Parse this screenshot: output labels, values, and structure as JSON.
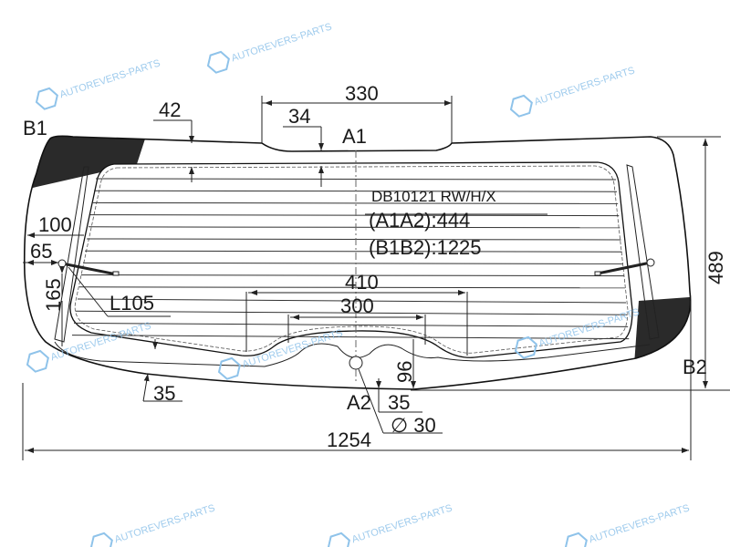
{
  "part_code": "DB10121 RW/H/X",
  "measure_a": "(A1A2):444",
  "measure_b": "(B1B2):1225",
  "points": {
    "b1": "B1",
    "b2": "B2",
    "a1": "A1",
    "a2": "A2"
  },
  "dimensions": {
    "top_notch_width": "330",
    "top_margin_left": "42",
    "top_margin_center": "34",
    "left_100": "100",
    "left_65": "65",
    "left_165": "165",
    "wiper_length": "L105",
    "bottom_left_35": "35",
    "bottom_410": "410",
    "bottom_300": "300",
    "bottom_96": "96",
    "bottom_center_35": "35",
    "hole_diameter": "∅ 30",
    "total_width": "1254",
    "total_height": "489"
  },
  "watermark": "AUTOREVERS-PARTS",
  "colors": {
    "line": "#1a1a1a",
    "ceramic": "#2a2a2a",
    "watermark": "#8fc3ea"
  }
}
